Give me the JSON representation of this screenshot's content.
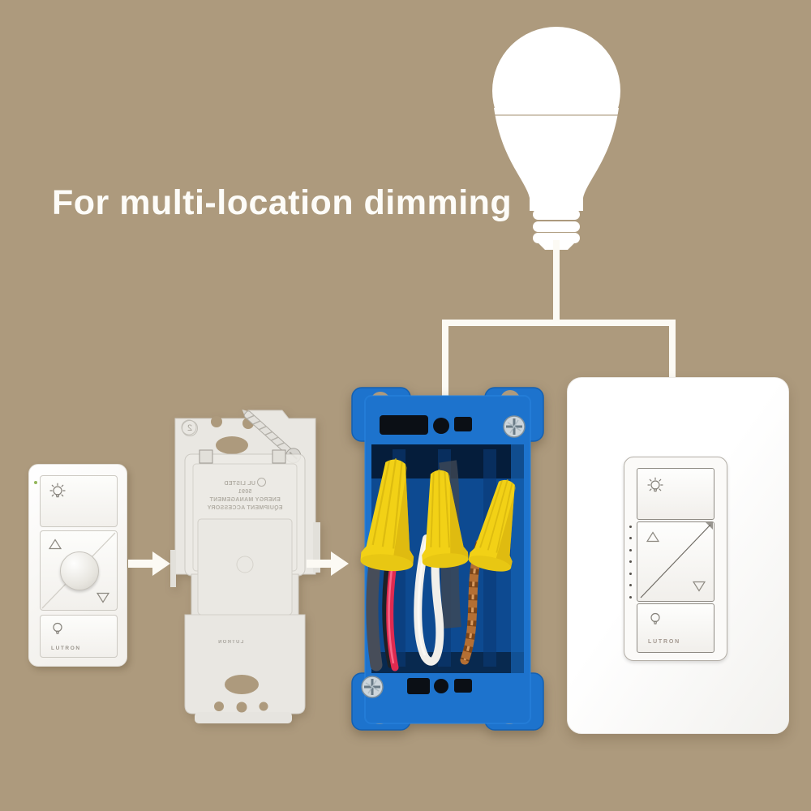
{
  "headline": "For multi-location dimming",
  "light_bulb": {
    "style": "white-a19-silhouette",
    "color": "#ffffff"
  },
  "connectors": {
    "line_color": "#fcfaf4",
    "links_from": "light-bulb",
    "links_to": [
      "junction-box",
      "wall-dimmer"
    ],
    "arrow_count": 2
  },
  "pico_remote": {
    "brand_label": "LUTRON",
    "status_led_color": "#93b65a",
    "buttons": {
      "on": "light-on-button",
      "raise": "raise-button",
      "favorite": "favorite-round-button",
      "lower": "lower-button",
      "off": "light-off-button"
    }
  },
  "mounting_bracket": {
    "step_number": "2",
    "label_orientation": "mirrored",
    "label_lines": [
      "UL LISTED",
      "5091",
      "ENERGY MANAGEMENT",
      "EQUIPMENT ACCESSORY"
    ],
    "brand_label": "LUTRON"
  },
  "junction_box": {
    "box_color": "#1d73cd",
    "wire_nut_color": "#f2d116",
    "wire_nut_count": 3,
    "wire_colors": [
      "gray",
      "black",
      "red",
      "white",
      "copper"
    ],
    "screw_count": 2
  },
  "wall_dimmer": {
    "brand_label": "LUTRON",
    "led_dot_count": 7,
    "buttons": {
      "on": "light-on-button",
      "rocker": "dim-rocker",
      "off": "light-off-button"
    }
  },
  "colors": {
    "background": "#ad9a7d",
    "headline_text": "#fdfcf8"
  }
}
